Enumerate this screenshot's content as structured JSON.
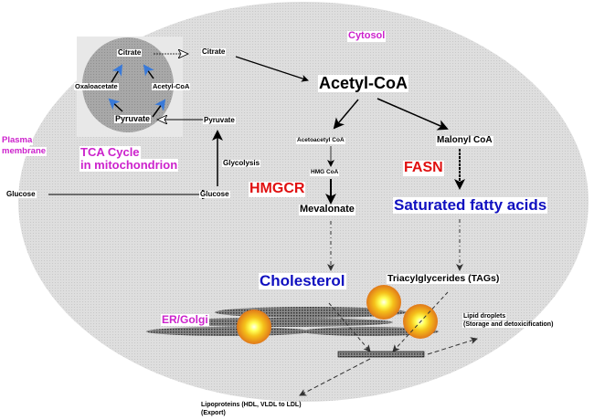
{
  "colors": {
    "cell_fill": "#d9d9d9",
    "mito_fill": "#a6a6a6",
    "mito_backdrop": "#e6e6e6",
    "compartment_label": "#cc22cc",
    "enzyme_label": "#e01010",
    "product_label": "#1010c0",
    "tca_arrow_head": "#3a7ad8",
    "droplet_outer": "#e88a1a",
    "droplet_inner": "#ffff66"
  },
  "compartments": {
    "cytosol": "Cytosol",
    "plasma_membrane": [
      "Plasma",
      "membrane"
    ],
    "mitochondrion": [
      "TCA Cycle",
      "in mitochondrion"
    ],
    "er_golgi": "ER/Golgi"
  },
  "tca_cycle": {
    "citrate": "Citrate",
    "oxaloacetate": "Oxaloacetate",
    "acetyl_coa": "Acetyl-CoA",
    "pyruvate": "Pyruvate"
  },
  "metabolites": {
    "citrate_cytosol": "Citrate",
    "acetyl_coa": "Acetyl-CoA",
    "pyruvate_cytosol": "Pyruvate",
    "glycolysis": "Glycolysis",
    "glucose_outside": "Glucose",
    "glucose_inside": "Glucose",
    "acetoacetyl_coa": "Acetoacetyl CoA",
    "hmg_coa": "HMG CoA",
    "mevalonate": "Mevalonate",
    "malonyl_coa": "Malonyl CoA",
    "saturated_fatty_acids": "Saturated fatty acids",
    "cholesterol": "Cholesterol",
    "tags": "Triacylglycerides (TAGs)",
    "lipid_droplets": [
      "Lipid droplets",
      "(Storage and detoxicification)"
    ],
    "lipoproteins": [
      "Lipoproteins (HDL, VLDL to LDL)",
      "(Export)"
    ]
  },
  "enzymes": {
    "hmgcr": "HMGCR",
    "fasn": "FASN"
  }
}
